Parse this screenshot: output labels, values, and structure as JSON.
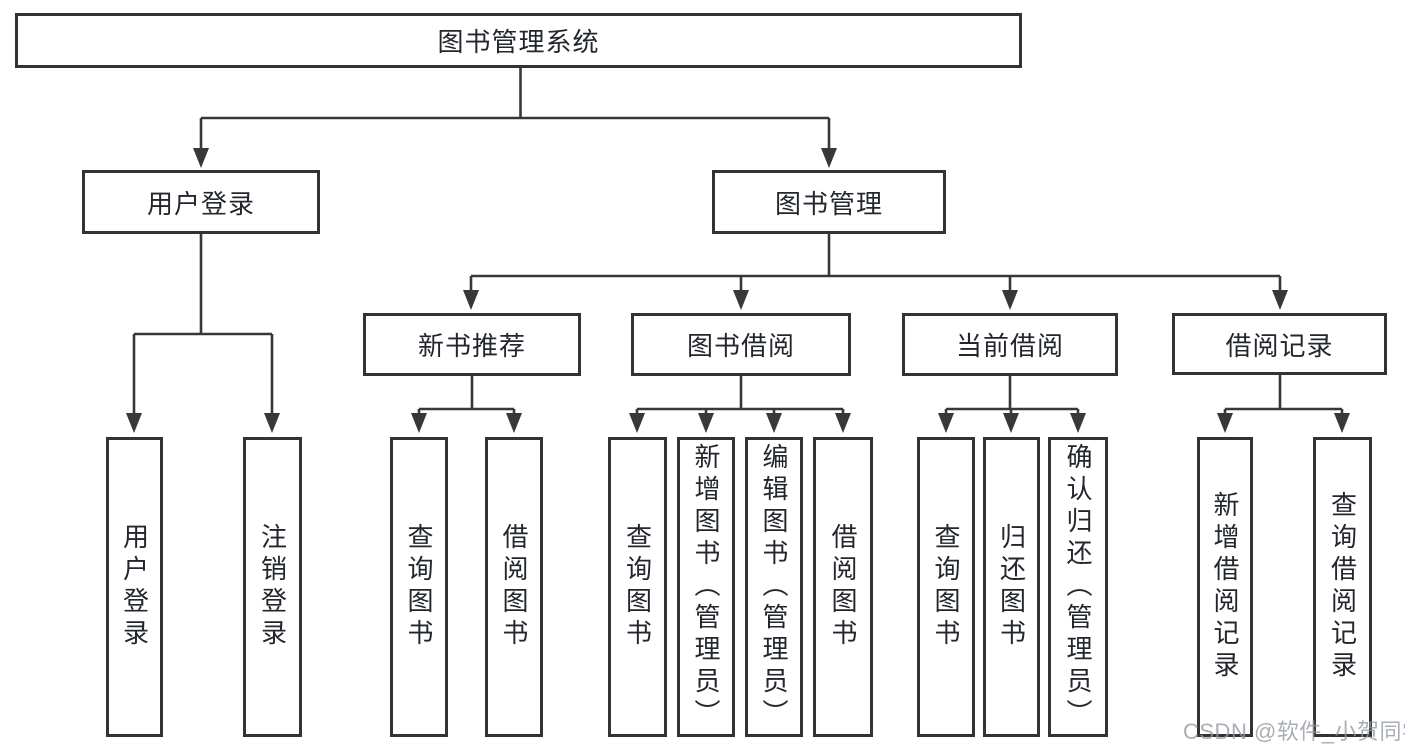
{
  "tree": {
    "root": "图书管理系统",
    "branches": [
      {
        "label": "用户登录",
        "children": [
          "用户登录",
          "注销登录"
        ]
      },
      {
        "label": "图书管理",
        "sections": [
          {
            "label": "新书推荐",
            "children": [
              "查询图书",
              "借阅图书"
            ]
          },
          {
            "label": "图书借阅",
            "children": [
              "查询图书",
              "新增图书（管理员）",
              "编辑图书（管理员）",
              "借阅图书"
            ]
          },
          {
            "label": "当前借阅",
            "children": [
              "查询图书",
              "归还图书",
              "确认归还（管理员）"
            ]
          },
          {
            "label": "借阅记录",
            "children": [
              "新增借阅记录",
              "查询借阅记录"
            ]
          }
        ]
      }
    ]
  },
  "watermark": {
    "text": "CSDN @软件_小贺同学"
  },
  "colors": {
    "background": "#ffffff",
    "line": "#383838",
    "box_border": "#333333",
    "text": "#23272d",
    "watermark": "#9aa0a6"
  }
}
